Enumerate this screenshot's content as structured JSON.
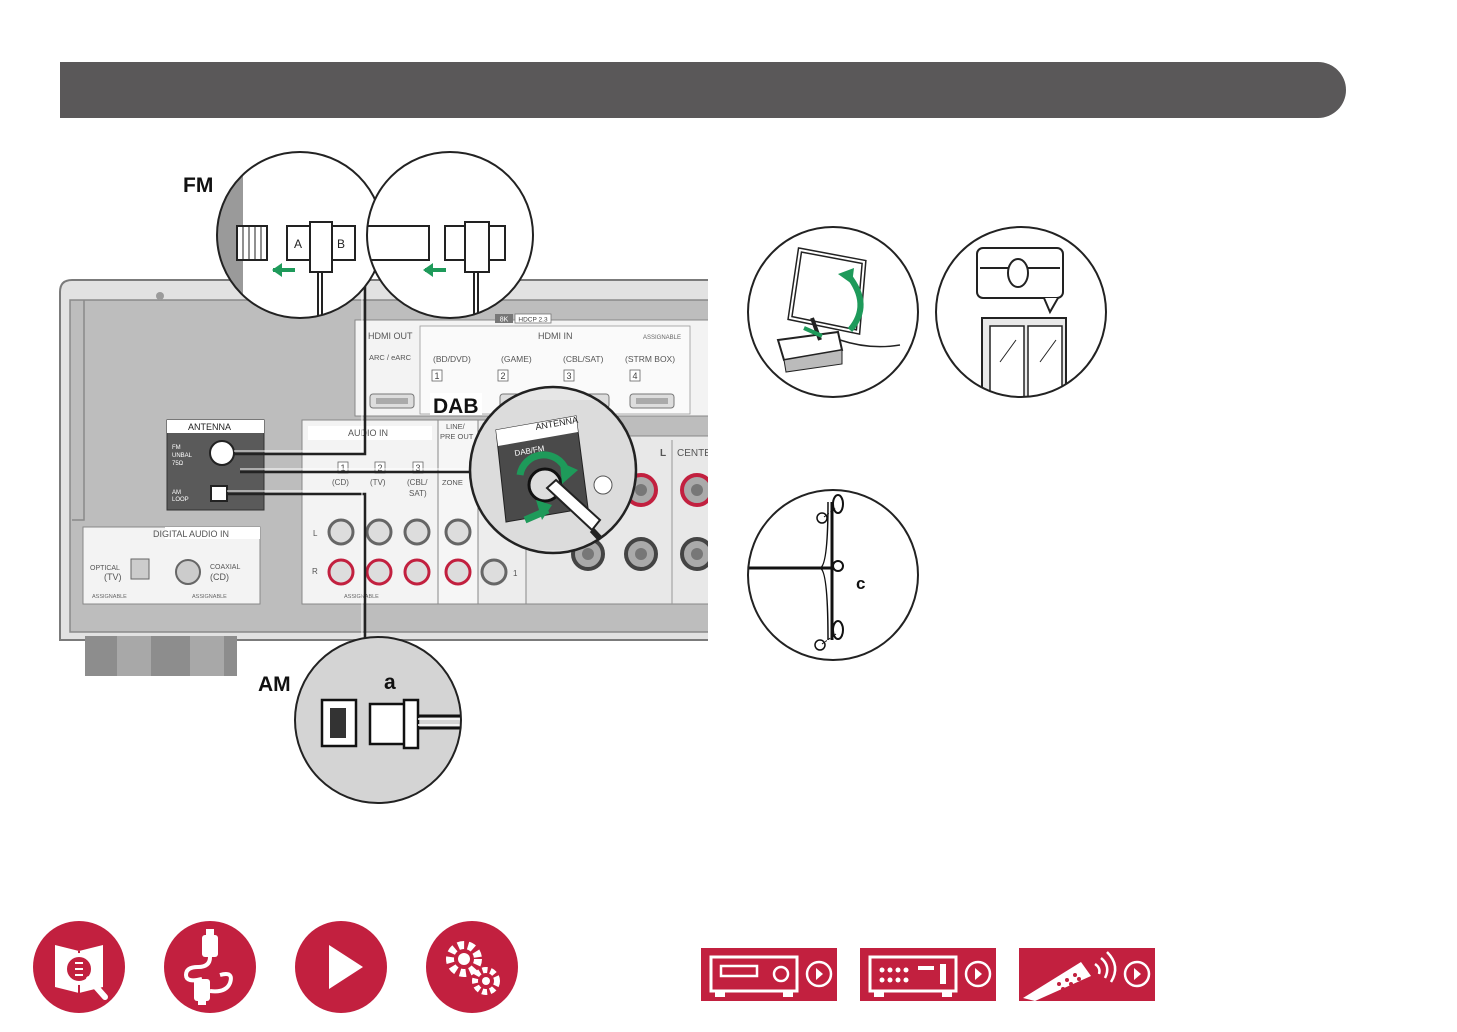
{
  "labels": {
    "fm": "FM",
    "am": "AM",
    "dab": "DAB",
    "a": "a",
    "c": "c",
    "fm_a": "A",
    "fm_b": "B"
  },
  "rear_panel": {
    "hdmi_out": "HDMI OUT",
    "arc": "ARC / eARC",
    "hdmi_in": "HDMI IN",
    "assignable": "ASSIGNABLE",
    "badge_8k": "8K",
    "badge_hdcp": "HDCP 2.3",
    "hdmi_inputs": [
      {
        "name": "(BD/DVD)",
        "num": "1"
      },
      {
        "name": "(GAME)",
        "num": "2"
      },
      {
        "name": "(CBL/SAT)",
        "num": "3"
      },
      {
        "name": "(STRM BOX)",
        "num": "4"
      }
    ],
    "antenna": "ANTENNA",
    "fm_unbal_1": "FM",
    "fm_unbal_2": "UNBAL",
    "fm_unbal_3": "75Ω",
    "am_loop_1": "AM",
    "am_loop_2": "LOOP",
    "audio_in": "AUDIO IN",
    "audio_nums": [
      "1",
      "2",
      "3"
    ],
    "audio_names": [
      "(CD)",
      "(TV)",
      "(CBL/"
    ],
    "sat": "SAT)",
    "line_pre_out_1": "LINE/",
    "line_pre_out_2": "PRE OUT",
    "zone": "ZONE",
    "l": "L",
    "r": "R",
    "digital_audio_in": "DIGITAL AUDIO IN",
    "optical": "OPTICAL",
    "optical_tv": "(TV)",
    "coaxial": "COAXIAL",
    "coaxial_cd": "(CD)",
    "assignable_small": "ASSIGNABLE",
    "centre": "CENTE",
    "speaker_l": "L",
    "dab_antenna": "ANTENNA",
    "dab_fm": "DAB/FM",
    "zone_num": "1"
  },
  "nav_icons": [
    "manual-icon",
    "connections-icon",
    "playback-icon",
    "settings-icon"
  ],
  "device_icons": [
    "front-panel-icon",
    "rear-panel-icon",
    "remote-control-icon"
  ],
  "colors": {
    "brand": "#c2203f",
    "header": "#5a5859",
    "arrow_green": "#1e9a5a"
  }
}
